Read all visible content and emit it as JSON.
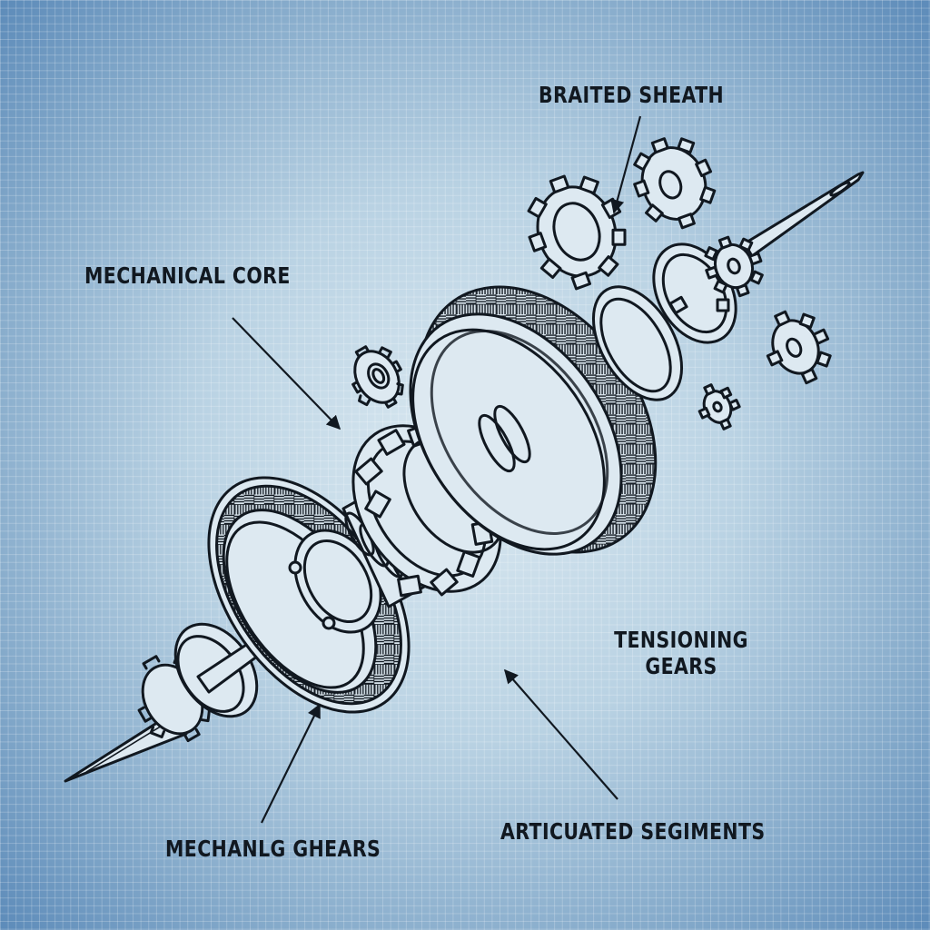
{
  "diagram": {
    "type": "exploded-view technical blueprint",
    "background": {
      "style": "blueprint grid",
      "center_color": "#dbe9f1",
      "edge_color": "#4f7eb0",
      "grid_color": "#ffffff"
    },
    "ink_color": "#111820",
    "labels": [
      {
        "id": "braited-sheath",
        "text": "BRAITED SHEATH"
      },
      {
        "id": "mechanical-core",
        "text": "MECHANICAL CORE"
      },
      {
        "id": "tensioning-gears",
        "line1": "TENSIONING",
        "line2": "GEARS"
      },
      {
        "id": "articuated-segments",
        "text": "ARTICUATED SEGIMENTS"
      },
      {
        "id": "mechanlg-ghears",
        "text": "MECHANLG GHEARS"
      }
    ],
    "components": [
      "left needle spike",
      "left small gear",
      "shaft collar",
      "axle rod",
      "left braided drum ring",
      "coil spring section",
      "central toothed gear hub",
      "inner coil spring",
      "right braided drum ring",
      "flat washer ring",
      "split segment ring",
      "upper gear (large)",
      "upper gear (medium)",
      "right needle with small gear",
      "floating small gear (right)",
      "floating tiny gear",
      "floating small gear (left center)"
    ]
  }
}
